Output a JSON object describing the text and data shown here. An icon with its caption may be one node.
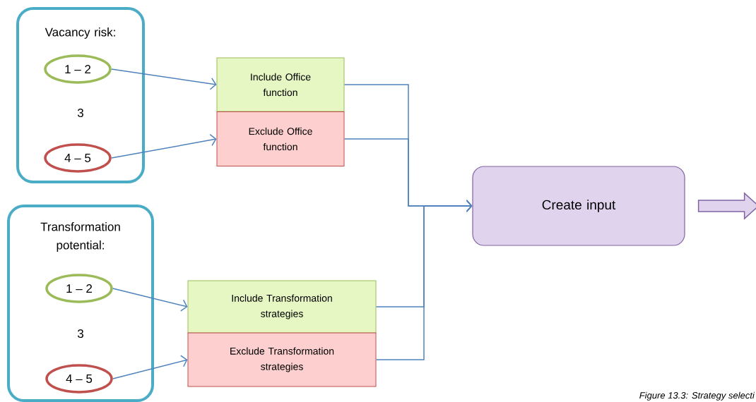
{
  "diagram": {
    "caption": "Figure 13.3: Strategy selecti",
    "nodes": [
      {
        "text": [
          "Vacancy risk:",
          "3"
        ]
      },
      {
        "text": [
          "1 – 2"
        ],
        "in": 0
      },
      {
        "text": [
          "4 – 5"
        ],
        "in": 0
      },
      {
        "text": [
          "Include Office function"
        ]
      },
      {
        "text": [
          "Exclude Office function"
        ]
      },
      {
        "text": [
          "Transformation potential:",
          "3"
        ]
      },
      {
        "text": [
          "1 – 2"
        ],
        "in": 5
      },
      {
        "text": [
          "4 – 5"
        ],
        "in": 5
      },
      {
        "text": [
          "Include Transformation strategies"
        ]
      },
      {
        "text": [
          "Exclude Transformation strategies"
        ]
      },
      {
        "text": [
          "Create input"
        ]
      }
    ],
    "edges": [
      {
        "from": 1,
        "to": 3,
        "arrow": "to"
      },
      {
        "from": 2,
        "to": 4,
        "arrow": "to"
      },
      {
        "from": 6,
        "to": 8,
        "arrow": "to"
      },
      {
        "from": 7,
        "to": 9,
        "arrow": "to"
      },
      {
        "from": 3,
        "to": 10,
        "arrow": "to"
      },
      {
        "from": 4,
        "to": 10,
        "arrow": "to"
      },
      {
        "from": 8,
        "to": 10,
        "arrow": "to"
      },
      {
        "from": 9,
        "to": 10,
        "arrow": "to"
      },
      {
        "from": 10,
        "to": null,
        "arrow": "to",
        "style": "thick",
        "color": "#8064a2"
      }
    ]
  }
}
